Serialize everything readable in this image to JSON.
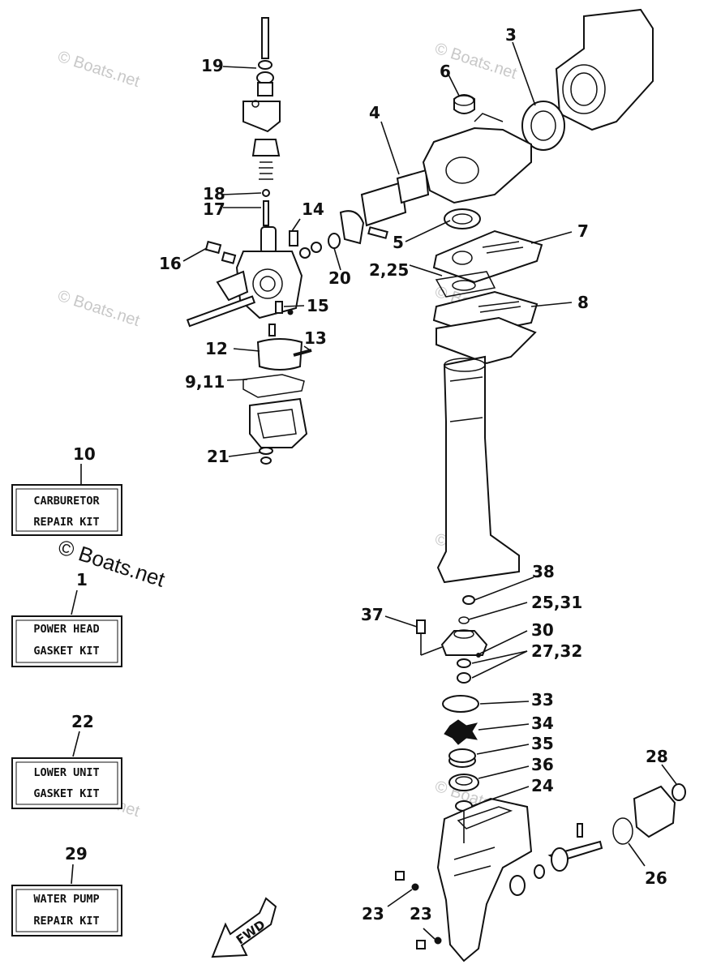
{
  "callouts": {
    "c1": "1",
    "c2_25": "2,25",
    "c3": "3",
    "c4": "4",
    "c5": "5",
    "c6": "6",
    "c7": "7",
    "c8": "8",
    "c9_11": "9,11",
    "c10": "10",
    "c12": "12",
    "c13": "13",
    "c14": "14",
    "c15": "15",
    "c16": "16",
    "c17": "17",
    "c18": "18",
    "c19": "19",
    "c20": "20",
    "c21": "21",
    "c22": "22",
    "c23a": "23",
    "c23b": "23",
    "c24": "24",
    "c25_31": "25,31",
    "c26": "26",
    "c27_32": "27,32",
    "c28": "28",
    "c29": "29",
    "c30": "30",
    "c33": "33",
    "c34": "34",
    "c35": "35",
    "c36": "36",
    "c37": "37",
    "c38": "38"
  },
  "kits": {
    "carb_line1": "CARBURETOR",
    "carb_line2": "REPAIR KIT",
    "power_line1": "POWER HEAD",
    "power_line2": "GASKET KIT",
    "lower_line1": "LOWER UNIT",
    "lower_line2": "GASKET KIT",
    "pump_line1": "WATER PUMP",
    "pump_line2": "REPAIR KIT"
  },
  "fwd_label": "FWD",
  "watermark": "© Boats.net"
}
